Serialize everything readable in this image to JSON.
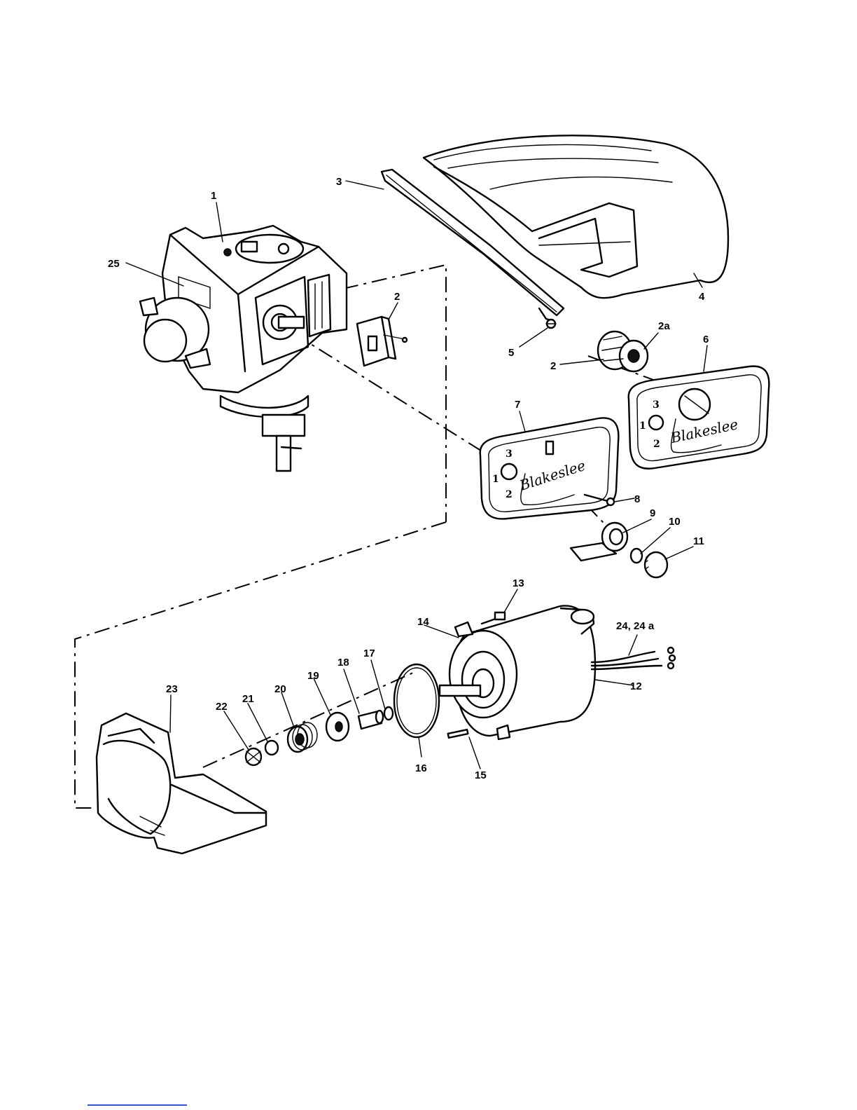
{
  "diagram": {
    "callouts": [
      {
        "id": "1",
        "label": "1"
      },
      {
        "id": "25",
        "label": "25"
      },
      {
        "id": "2-head",
        "label": "2"
      },
      {
        "id": "3",
        "label": "3"
      },
      {
        "id": "4",
        "label": "4"
      },
      {
        "id": "5",
        "label": "5"
      },
      {
        "id": "2a",
        "label": "2a"
      },
      {
        "id": "2-knob",
        "label": "2"
      },
      {
        "id": "6",
        "label": "6"
      },
      {
        "id": "7",
        "label": "7"
      },
      {
        "id": "8",
        "label": "8"
      },
      {
        "id": "9",
        "label": "9"
      },
      {
        "id": "10",
        "label": "10"
      },
      {
        "id": "11",
        "label": "11"
      },
      {
        "id": "13",
        "label": "13"
      },
      {
        "id": "14",
        "label": "14"
      },
      {
        "id": "24",
        "label": "24, 24 a"
      },
      {
        "id": "12",
        "label": "12"
      },
      {
        "id": "17",
        "label": "17"
      },
      {
        "id": "18",
        "label": "18"
      },
      {
        "id": "19",
        "label": "19"
      },
      {
        "id": "20",
        "label": "20"
      },
      {
        "id": "21",
        "label": "21"
      },
      {
        "id": "22",
        "label": "22"
      },
      {
        "id": "23",
        "label": "23"
      },
      {
        "id": "16",
        "label": "16"
      },
      {
        "id": "15",
        "label": "15"
      }
    ],
    "panel_small": {
      "num_top": "3",
      "num_left": "1",
      "num_bottom": "2",
      "script": "Blakeslee"
    },
    "panel_large": {
      "num_top": "3",
      "num_left": "1",
      "num_bottom": "2",
      "script": "Blakeslee"
    }
  }
}
